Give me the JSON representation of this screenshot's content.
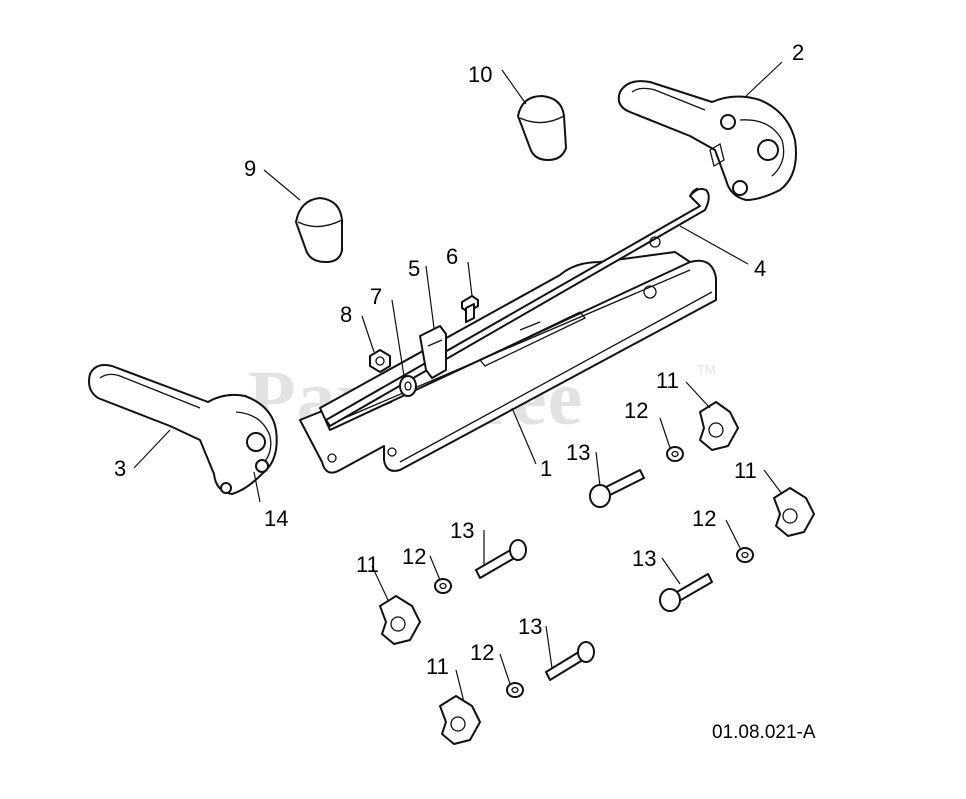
{
  "watermark": {
    "text": "PartsTree",
    "mark": "TM"
  },
  "diagram_ref": "01.08.021-A",
  "callouts": [
    "1",
    "2",
    "3",
    "4",
    "5",
    "6",
    "7",
    "8",
    "9",
    "10",
    "11",
    "12",
    "13",
    "14"
  ],
  "parts": {
    "frame": "1",
    "right_handle": "2",
    "left_handle": "3",
    "rod": "4",
    "bracket": "5",
    "bolt": "6",
    "washer": "7",
    "nut": "8",
    "knob_left": "9",
    "knob_right": "10",
    "star_knob": "11",
    "lock_washer": "12",
    "carriage_bolt": "13",
    "pivot": "14"
  }
}
